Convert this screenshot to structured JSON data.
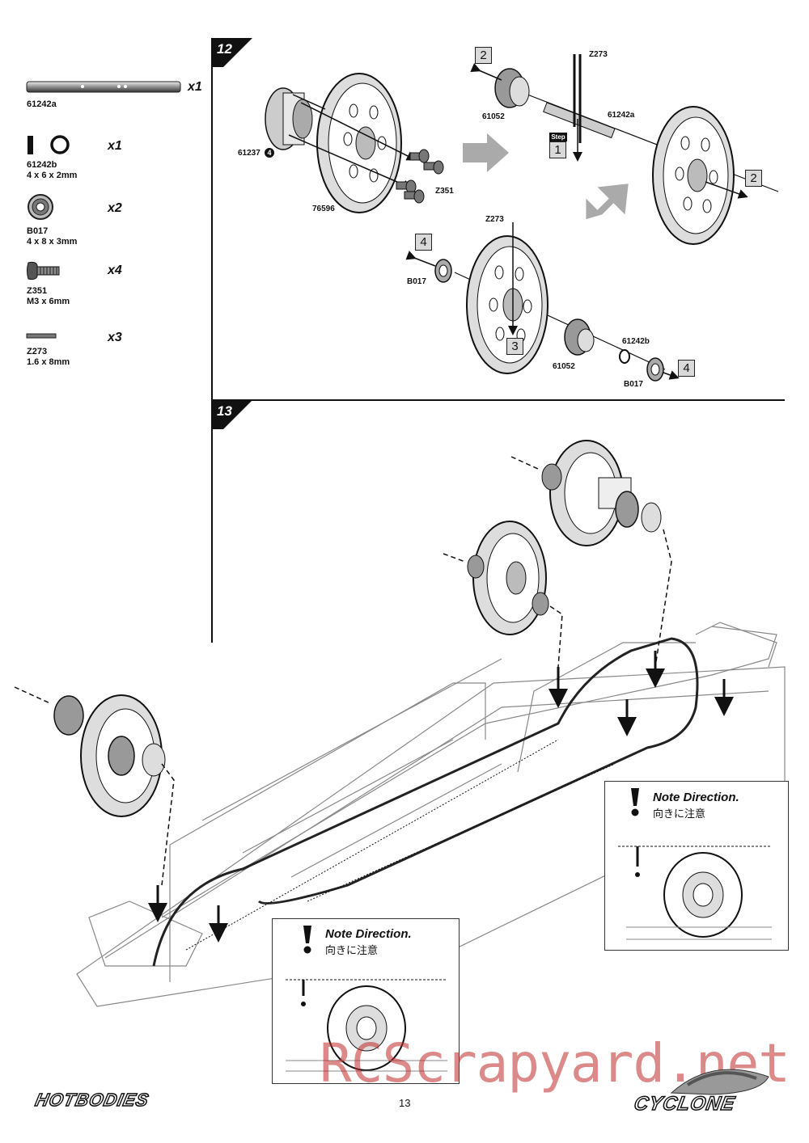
{
  "parts": [
    {
      "code": "61242a",
      "size": "",
      "qty": "x1"
    },
    {
      "code": "61242b",
      "size": "4 x 6 x 2mm",
      "qty": "x1"
    },
    {
      "code": "B017",
      "size": "4 x 8 x 3mm",
      "qty": "x2"
    },
    {
      "code": "Z351",
      "size": "M3 x 6mm",
      "qty": "x4"
    },
    {
      "code": "Z273",
      "size": "1.6 x 8mm",
      "qty": "x3"
    }
  ],
  "step12": {
    "number": "12",
    "labels": {
      "p61237": "61237",
      "p61237_circled": "4",
      "p76596": "76596",
      "z351": "Z351",
      "z273_top": "Z273",
      "p61242a": "61242a",
      "p61052_top": "61052",
      "step_tag": "Step",
      "z273_mid": "Z273",
      "b017_left": "B017",
      "p61052_bottom": "61052",
      "p61242b": "61242b",
      "b017_right": "B017"
    },
    "boxes": {
      "box_top_left": "2",
      "box_step": "1",
      "box_right": "2",
      "box_left_mid": "4",
      "box_center": "3",
      "box_bottom_right": "4"
    }
  },
  "step13": {
    "number": "13",
    "note_right": {
      "title": "Note Direction.",
      "jp": "向きに注意"
    },
    "note_center": {
      "title": "Note Direction.",
      "jp": "向きに注意"
    }
  },
  "footer": {
    "page_number": "13",
    "brand_left": "HOTBODIES",
    "brand_right": "CYCLONE",
    "watermark": "RCScrapyard.net"
  }
}
